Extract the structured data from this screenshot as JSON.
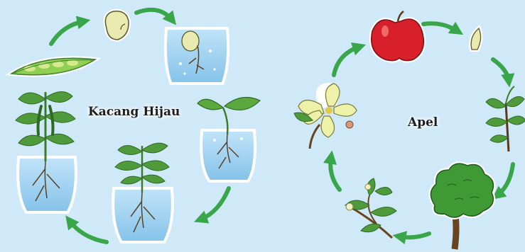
{
  "diagram": {
    "cycles": [
      {
        "label": "Kacang Hijau",
        "stages": [
          "pod-with-seeds",
          "seed",
          "germinating-seed",
          "sprout",
          "young-plant",
          "mature-plant-with-pods"
        ]
      },
      {
        "label": "Apel",
        "stages": [
          "apple-fruit",
          "seed",
          "seedling",
          "tree",
          "flowering-branch",
          "flower"
        ]
      }
    ],
    "colors": {
      "background": "#cfe9f8",
      "arrow": "#3aa64a",
      "leaf": "#4f9a3a",
      "water": "#9fd0ef",
      "apple": "#d8202a",
      "seed": "#e8eab0"
    }
  }
}
